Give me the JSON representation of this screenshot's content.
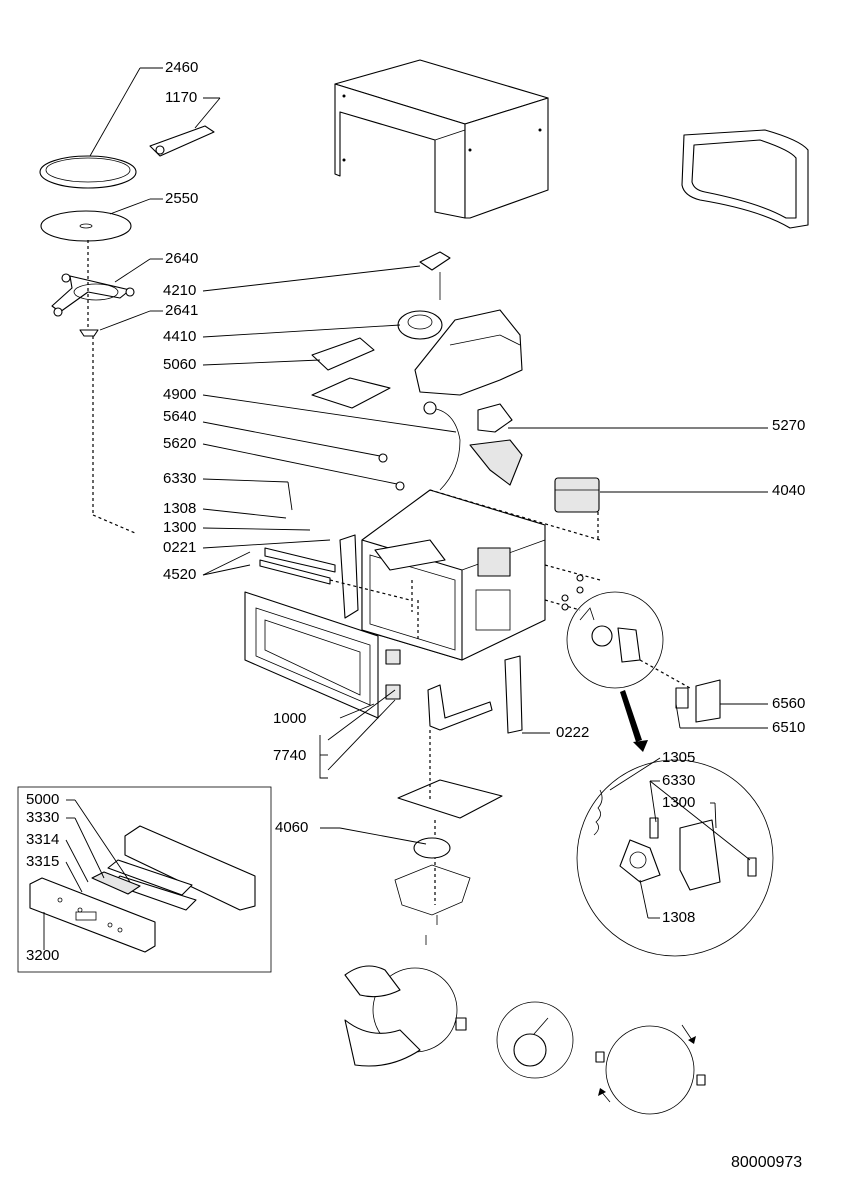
{
  "diagram": {
    "drawing_number": "80000973",
    "labels": {
      "p2460": "2460",
      "p1170": "1170",
      "p2550": "2550",
      "p2640": "2640",
      "p4210": "4210",
      "p2641": "2641",
      "p4410": "4410",
      "p5060": "5060",
      "p4900": "4900",
      "p5640": "5640",
      "p5620": "5620",
      "p6330": "6330",
      "p1308": "1308",
      "p1300": "1300",
      "p0221": "0221",
      "p4520": "4520",
      "p5270": "5270",
      "p4040": "4040",
      "p6560": "6560",
      "p6510": "6510",
      "p1000": "1000",
      "p7740": "7740",
      "p0222": "0222",
      "p4060": "4060",
      "p5000": "5000",
      "p3330": "3330",
      "p3314": "3314",
      "p3315": "3315",
      "p3200": "3200",
      "d1305": "1305",
      "d6330": "6330",
      "d1300": "1300",
      "d1308": "1308"
    }
  }
}
